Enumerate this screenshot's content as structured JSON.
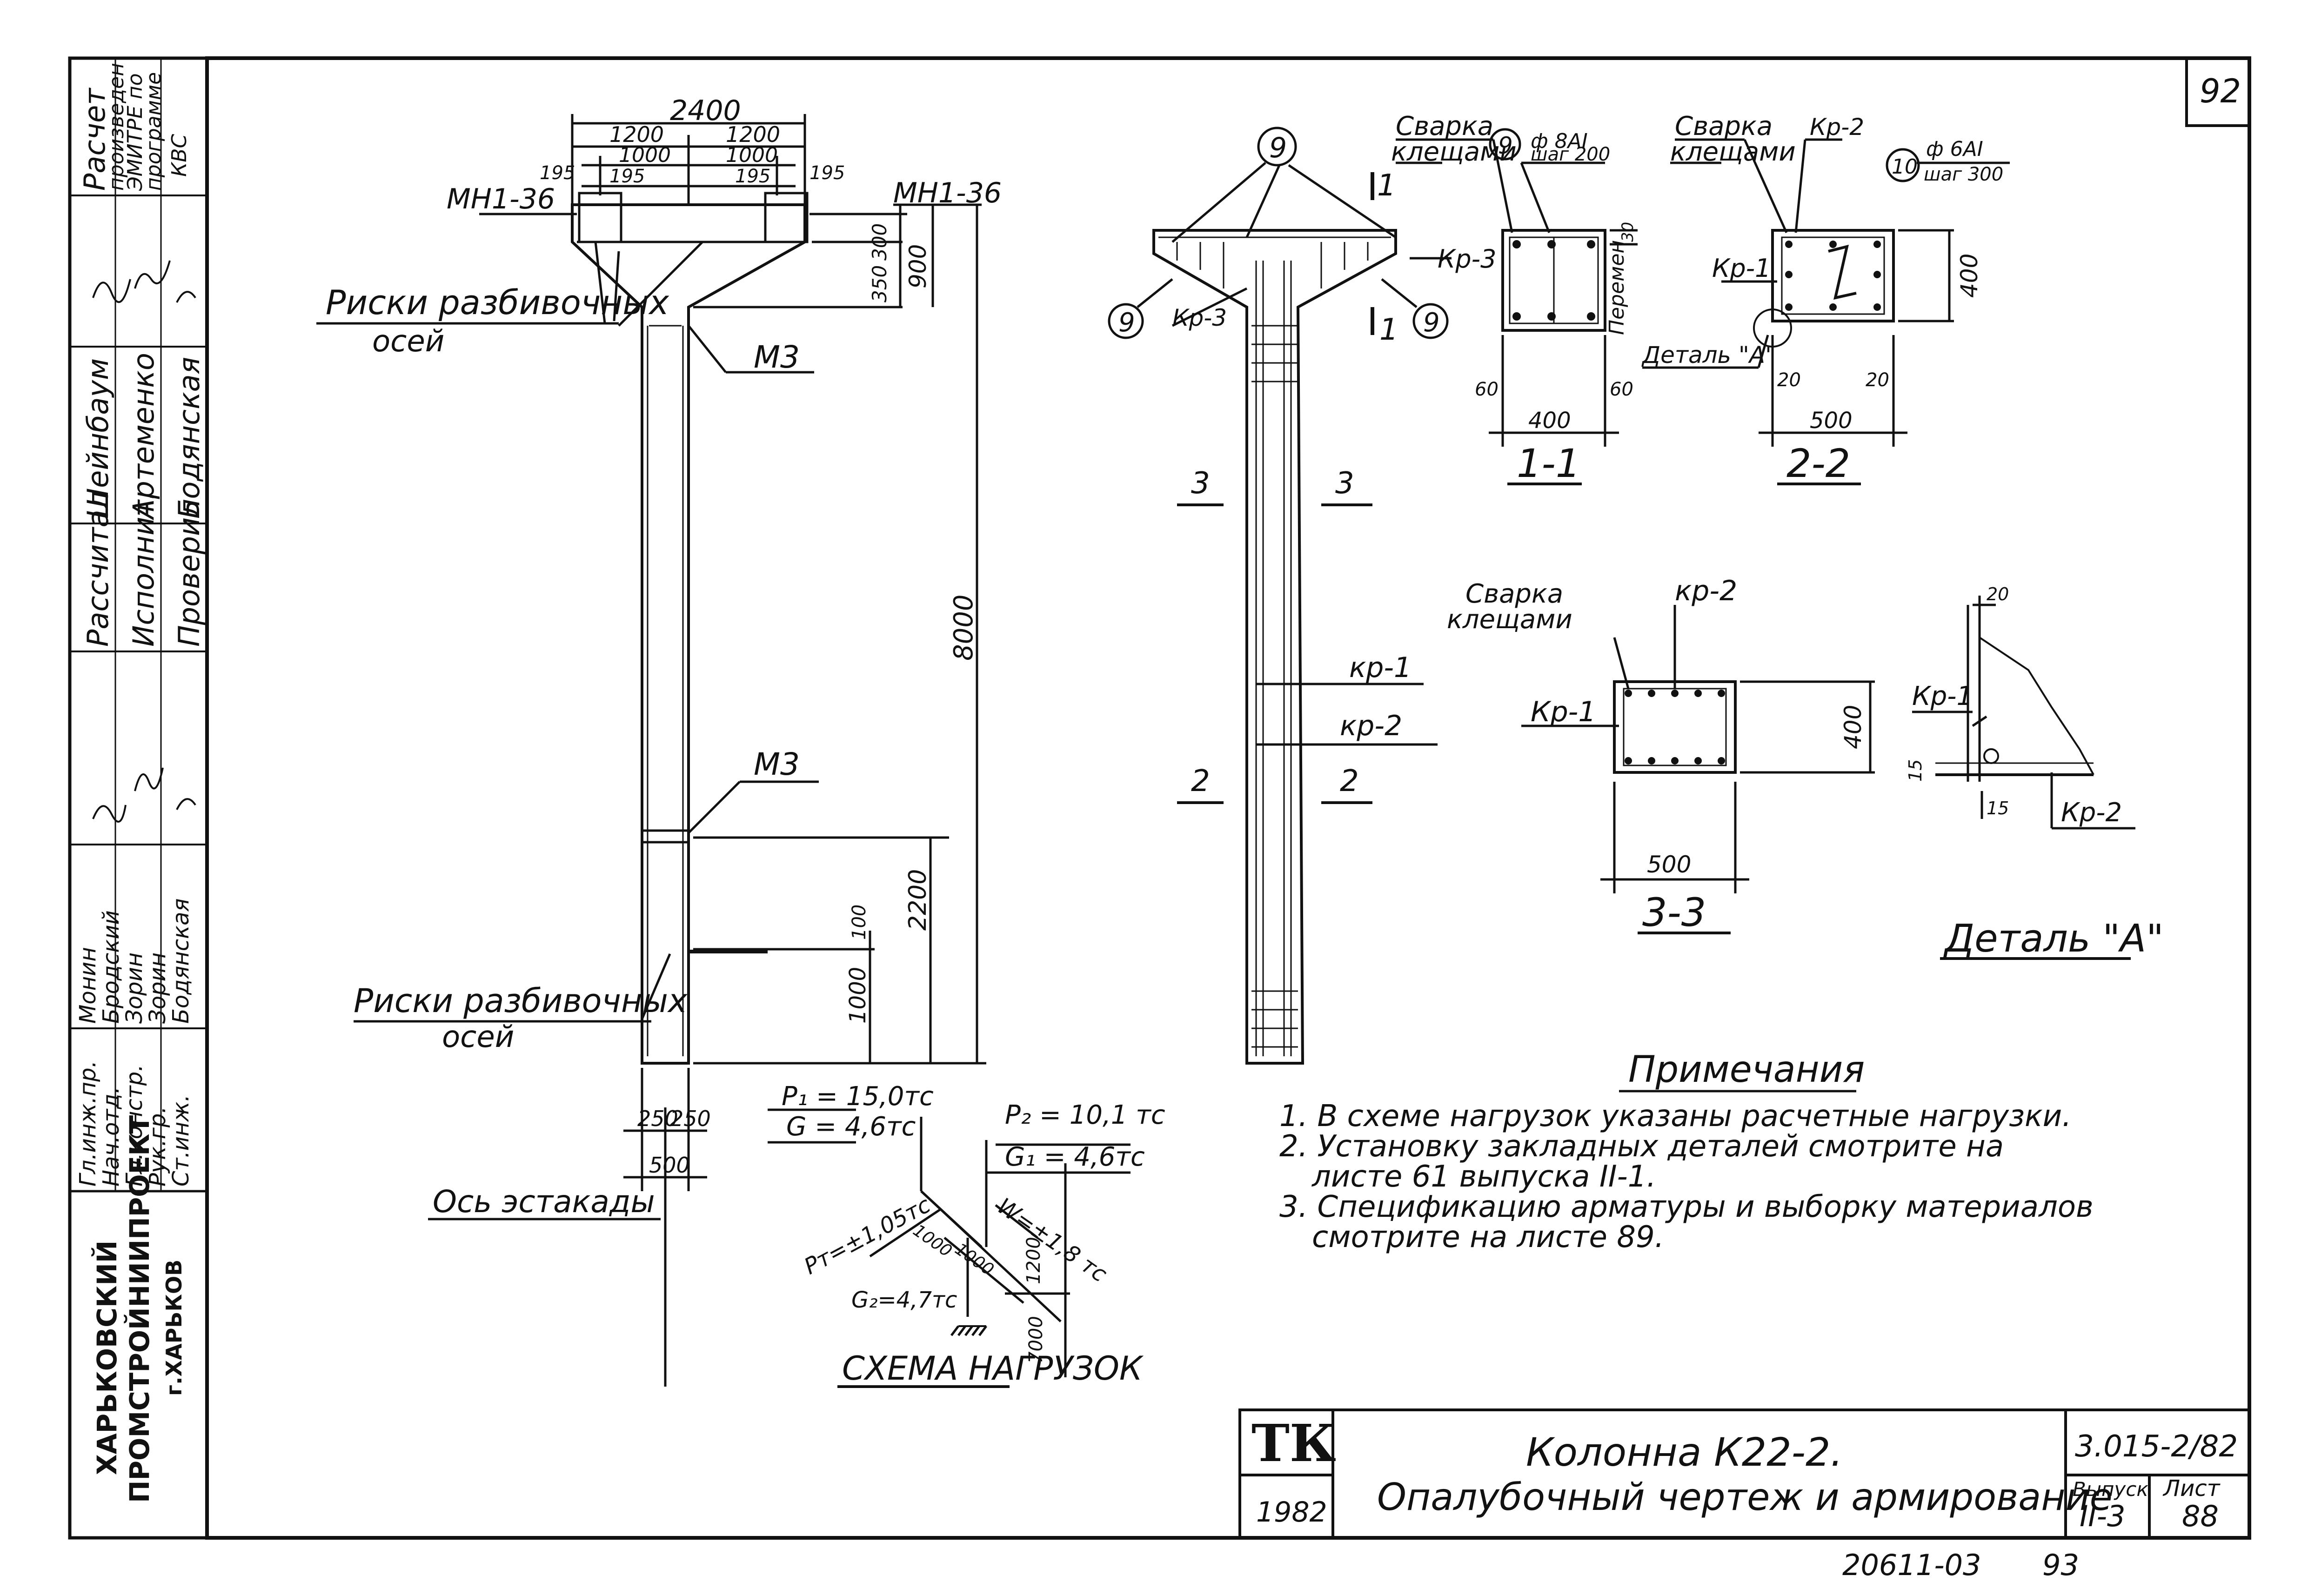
{
  "sheet": {
    "page_number": "92",
    "bottom_code": "20611-03",
    "bottom_page": "93"
  },
  "side_stamp": {
    "calc_note": [
      "Расчет",
      "произведен",
      "ЭМИТРЕ по",
      "программе",
      "КВС"
    ],
    "roles_left": [
      "Гл.инж.пр.",
      "Нач.отд.",
      "Гл.констр.",
      "Рук.гр.",
      "Ст.инж."
    ],
    "names_left": [
      "Монин",
      "Бродский",
      "Зорин",
      "Зорин",
      "Бодянская"
    ],
    "roles_right": [
      "Рассчитал",
      "Исполнит.",
      "Проверил"
    ],
    "names_right": [
      "Шейнбаум",
      "Артеменко",
      "Бодянская"
    ],
    "org": [
      "ХАРЬКОВСКИЙ",
      "ПРОМСТРОЙНИИПРОЕКТ",
      "г.ХАРЬКОВ"
    ]
  },
  "formwork": {
    "dims_top": [
      "2400",
      "1200",
      "1200",
      "1000",
      "1000",
      "195",
      "195",
      "195",
      "195"
    ],
    "dims_right": [
      "350",
      "300",
      "900",
      "8000",
      "2200",
      "100",
      "1000"
    ],
    "dims_bottom": [
      "250",
      "250",
      "500"
    ],
    "embedded_left": "МН1-36",
    "embedded_right": "МН1-36",
    "m3_top": "М3",
    "m3_bottom": "М3",
    "axes_marks_top": [
      "Риски разбивочных",
      "осей"
    ],
    "axes_marks_bottom": [
      "Риски разбивочных",
      "осей"
    ],
    "trestle_axis": "Ось эстакады"
  },
  "loads": {
    "p1": "P₁ = 15,0тс",
    "g": "G = 4,6тс",
    "p2": "P₂ = 10,1 тс",
    "g1": "G₁ = 4,6тс",
    "pt": "Pт=±1,05тс",
    "w": "W=±1,8 тс",
    "g2": "G₂=4,7тс",
    "dims": [
      "1000",
      "1000",
      "1200",
      "7000"
    ],
    "title": "СХЕМА НАГРУЗОК"
  },
  "reinforcement": {
    "bubble_9": "9",
    "section_marks": [
      "1",
      "1",
      "3",
      "3",
      "2",
      "2"
    ],
    "kp3": "Кр-3",
    "kp1": "кр-1",
    "kp2": "кр-2"
  },
  "section_1_1": {
    "weld": [
      "Сварка",
      "клещами"
    ],
    "bubble": "9",
    "bar": "ф 8АI",
    "step": "шаг 200",
    "kp3": "Кр-3",
    "var": "Перемен",
    "dims": [
      "30",
      "60",
      "400",
      "60"
    ],
    "title": "1-1"
  },
  "section_2_2": {
    "weld": [
      "Сварка",
      "клещами"
    ],
    "kp2": "Кр-2",
    "bubble": "10",
    "bar": "ф 6АI",
    "step": "шаг 300",
    "kp1": "Кр-1",
    "detail_ref": "Деталь \"А\"",
    "dims": [
      "400",
      "20",
      "500",
      "20"
    ],
    "title": "2-2"
  },
  "section_3_3": {
    "weld": [
      "Сварка",
      "клещами"
    ],
    "kp2": "кр-2",
    "kp1": "Кр-1",
    "dims": [
      "400",
      "500"
    ],
    "title": "3-3"
  },
  "detail_a": {
    "dims": [
      "20",
      "15",
      "15"
    ],
    "kp1": "Кр-1",
    "kp2": "Кр-2",
    "title": "Деталь \"А\""
  },
  "notes": {
    "title": "Примечания",
    "items": [
      "1. В схеме нагрузок указаны расчетные нагрузки.",
      "2. Установку закладных деталей смотрите на",
      "листе 61 выпуска II-1.",
      "3. Спецификацию арматуры и выборку материалов",
      "смотрите на листе 89."
    ]
  },
  "title_block": {
    "logo": "ТК",
    "year": "1982",
    "title_1": "Колонна К22-2.",
    "title_2": "Опалубочный чертеж и армирование",
    "code": "3.015-2/82",
    "issue_label": "Выпуск",
    "issue": "II-3",
    "sheet_label": "Лист",
    "sheet": "88"
  }
}
